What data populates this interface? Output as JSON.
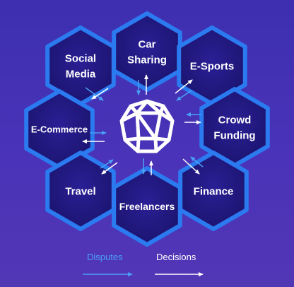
{
  "diagram": {
    "nodes": [
      {
        "id": "car-sharing",
        "lines": [
          "Car",
          "Sharing"
        ]
      },
      {
        "id": "social-media",
        "lines": [
          "Social",
          "Media"
        ]
      },
      {
        "id": "e-sports",
        "lines": [
          "E-Sports"
        ]
      },
      {
        "id": "e-commerce",
        "lines": [
          "E-Commerce"
        ]
      },
      {
        "id": "crowd-funding",
        "lines": [
          "Crowd",
          "Funding"
        ]
      },
      {
        "id": "travel",
        "lines": [
          "Travel"
        ]
      },
      {
        "id": "freelancers",
        "lines": [
          "Freelancers"
        ]
      },
      {
        "id": "finance",
        "lines": [
          "Finance"
        ]
      }
    ]
  },
  "legend": {
    "disputes": {
      "label": "Disputes",
      "color": "#4a9ff5"
    },
    "decisions": {
      "label": "Decisions",
      "color": "#ffffff"
    }
  },
  "colors": {
    "hex_fill": "#221a85",
    "hex_border": "#2b7af0",
    "center_icon": "#ffffff"
  },
  "icons": [
    "d20-polyhedron-icon"
  ]
}
